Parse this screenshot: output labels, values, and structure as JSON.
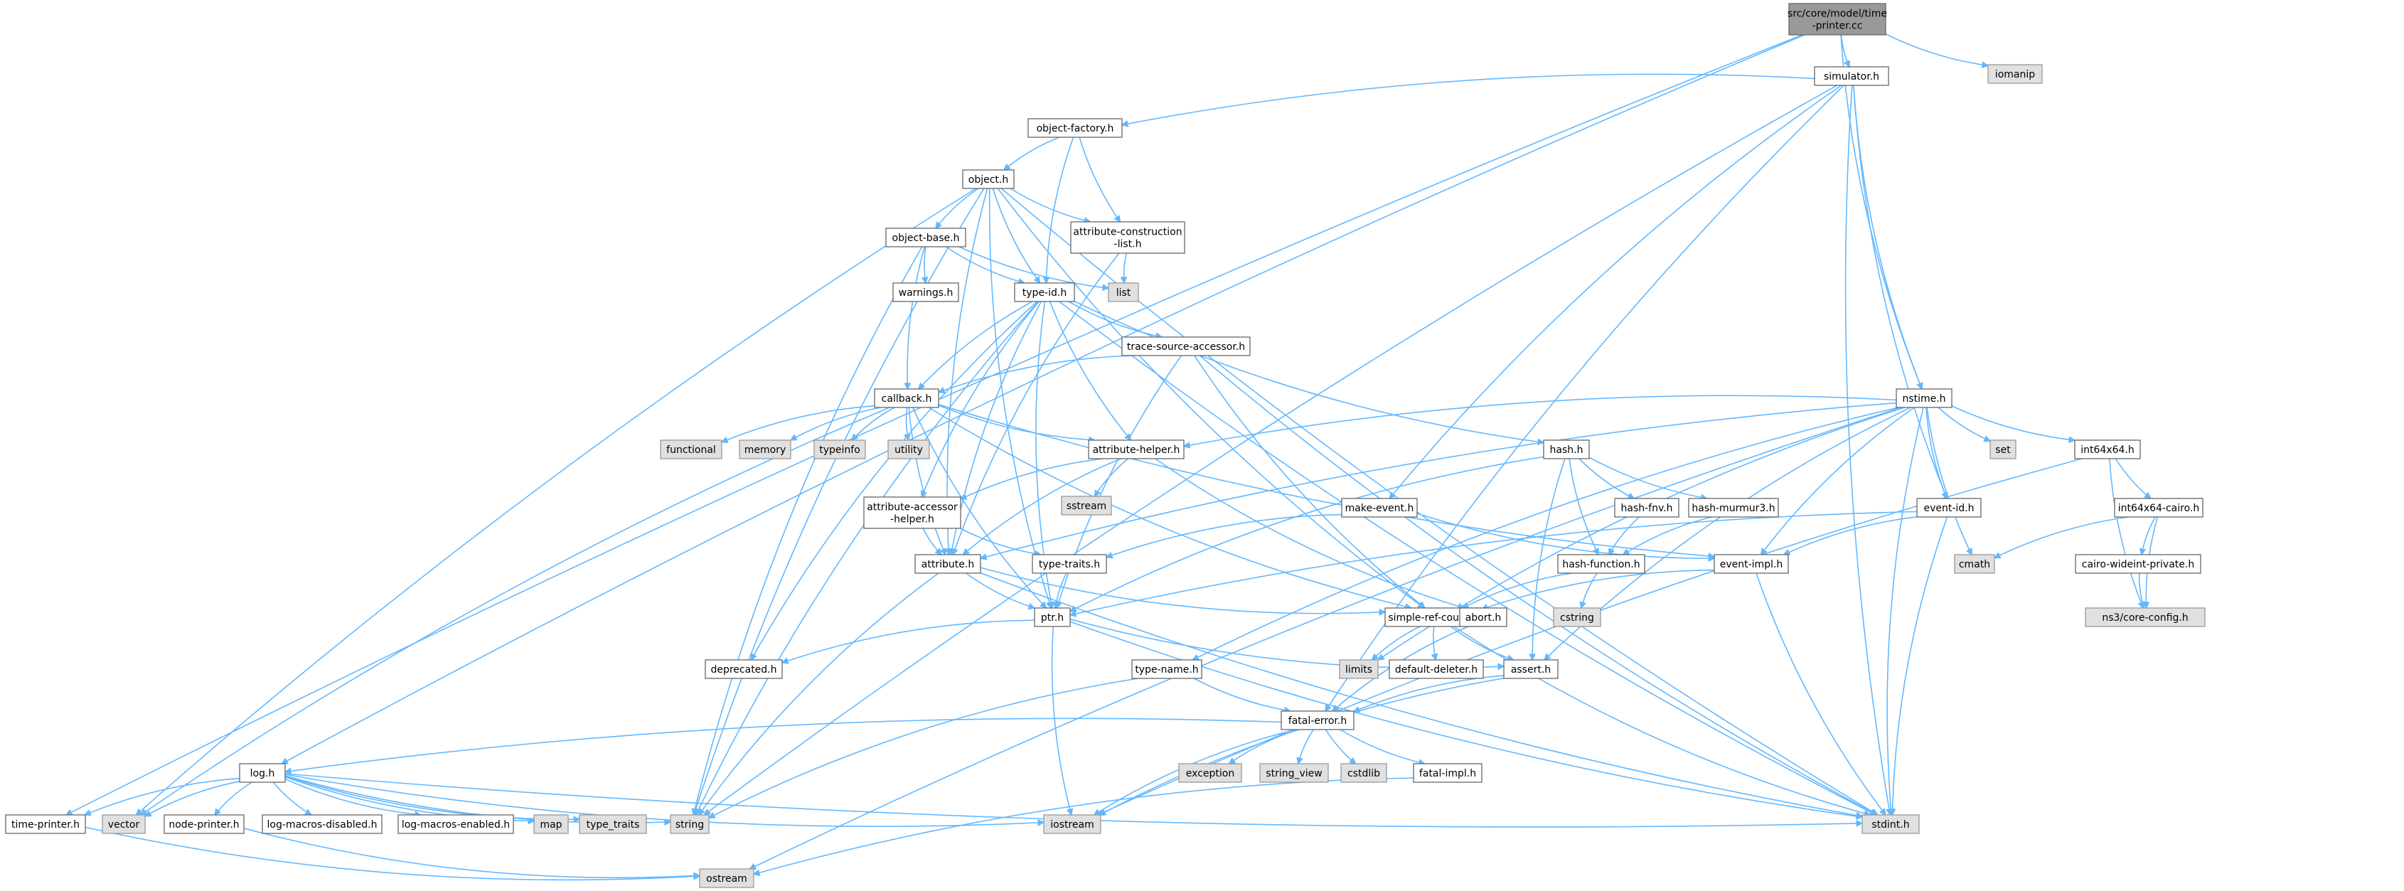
{
  "graph": {
    "colors": {
      "edge": "#63b8ff",
      "focus_fill": "#999999",
      "system_fill": "#e0e0e0",
      "node_fill": "#ffffff",
      "border": "#666666"
    },
    "nodes": [
      {
        "id": "time-printer-cc",
        "lines": [
          "src/core/model/time",
          "-printer.cc"
        ],
        "kind": "focus"
      },
      {
        "id": "simulator-h",
        "lines": [
          "simulator.h"
        ],
        "kind": "hdr"
      },
      {
        "id": "iomanip",
        "lines": [
          "iomanip"
        ],
        "kind": "sys"
      },
      {
        "id": "object-factory-h",
        "lines": [
          "object-factory.h"
        ],
        "kind": "hdr"
      },
      {
        "id": "object-h",
        "lines": [
          "object.h"
        ],
        "kind": "hdr"
      },
      {
        "id": "object-base-h",
        "lines": [
          "object-base.h"
        ],
        "kind": "hdr"
      },
      {
        "id": "attribute-construction-list-h",
        "lines": [
          "attribute-construction",
          "-list.h"
        ],
        "kind": "hdr"
      },
      {
        "id": "list",
        "lines": [
          "list"
        ],
        "kind": "sys"
      },
      {
        "id": "warnings-h",
        "lines": [
          "warnings.h"
        ],
        "kind": "hdr"
      },
      {
        "id": "type-id-h",
        "lines": [
          "type-id.h"
        ],
        "kind": "hdr"
      },
      {
        "id": "trace-source-accessor-h",
        "lines": [
          "trace-source-accessor.h"
        ],
        "kind": "hdr"
      },
      {
        "id": "callback-h",
        "lines": [
          "callback.h"
        ],
        "kind": "hdr"
      },
      {
        "id": "functional",
        "lines": [
          "functional"
        ],
        "kind": "sys"
      },
      {
        "id": "memory",
        "lines": [
          "memory"
        ],
        "kind": "sys"
      },
      {
        "id": "typeinfo",
        "lines": [
          "typeinfo"
        ],
        "kind": "sys"
      },
      {
        "id": "utility",
        "lines": [
          "utility"
        ],
        "kind": "sys"
      },
      {
        "id": "attribute-helper-h",
        "lines": [
          "attribute-helper.h"
        ],
        "kind": "hdr"
      },
      {
        "id": "sstream",
        "lines": [
          "sstream"
        ],
        "kind": "sys"
      },
      {
        "id": "attribute-accessor-helper-h",
        "lines": [
          "attribute-accessor",
          "-helper.h"
        ],
        "kind": "hdr"
      },
      {
        "id": "attribute-h",
        "lines": [
          "attribute.h"
        ],
        "kind": "hdr"
      },
      {
        "id": "type-traits-h",
        "lines": [
          "type-traits.h"
        ],
        "kind": "hdr"
      },
      {
        "id": "ptr-h",
        "lines": [
          "ptr.h"
        ],
        "kind": "hdr"
      },
      {
        "id": "deprecated-h",
        "lines": [
          "deprecated.h"
        ],
        "kind": "hdr"
      },
      {
        "id": "hash-h",
        "lines": [
          "hash.h"
        ],
        "kind": "hdr"
      },
      {
        "id": "hash-fnv-h",
        "lines": [
          "hash-fnv.h"
        ],
        "kind": "hdr"
      },
      {
        "id": "hash-murmur3-h",
        "lines": [
          "hash-murmur3.h"
        ],
        "kind": "hdr"
      },
      {
        "id": "hash-function-h",
        "lines": [
          "hash-function.h"
        ],
        "kind": "hdr"
      },
      {
        "id": "cstring",
        "lines": [
          "cstring"
        ],
        "kind": "sys"
      },
      {
        "id": "make-event-h",
        "lines": [
          "make-event.h"
        ],
        "kind": "hdr"
      },
      {
        "id": "event-impl-h",
        "lines": [
          "event-impl.h"
        ],
        "kind": "hdr"
      },
      {
        "id": "simple-ref-count-h",
        "lines": [
          "simple-ref-count.h"
        ],
        "kind": "hdr"
      },
      {
        "id": "abort-h",
        "lines": [
          "abort.h"
        ],
        "kind": "hdr"
      },
      {
        "id": "limits",
        "lines": [
          "limits"
        ],
        "kind": "sys"
      },
      {
        "id": "default-deleter-h",
        "lines": [
          "default-deleter.h"
        ],
        "kind": "hdr"
      },
      {
        "id": "assert-h",
        "lines": [
          "assert.h"
        ],
        "kind": "hdr"
      },
      {
        "id": "nstime-h",
        "lines": [
          "nstime.h"
        ],
        "kind": "hdr"
      },
      {
        "id": "set",
        "lines": [
          "set"
        ],
        "kind": "sys"
      },
      {
        "id": "int64x64-h",
        "lines": [
          "int64x64.h"
        ],
        "kind": "hdr"
      },
      {
        "id": "int64x64-cairo-h",
        "lines": [
          "int64x64-cairo.h"
        ],
        "kind": "hdr"
      },
      {
        "id": "cairo-wideint-private-h",
        "lines": [
          "cairo-wideint-private.h"
        ],
        "kind": "hdr"
      },
      {
        "id": "ns3-core-config-h",
        "lines": [
          "ns3/core-config.h"
        ],
        "kind": "sys"
      },
      {
        "id": "cmath",
        "lines": [
          "cmath"
        ],
        "kind": "sys"
      },
      {
        "id": "event-id-h",
        "lines": [
          "event-id.h"
        ],
        "kind": "hdr"
      },
      {
        "id": "type-name-h",
        "lines": [
          "type-name.h"
        ],
        "kind": "hdr"
      },
      {
        "id": "fatal-error-h",
        "lines": [
          "fatal-error.h"
        ],
        "kind": "hdr"
      },
      {
        "id": "exception",
        "lines": [
          "exception"
        ],
        "kind": "sys"
      },
      {
        "id": "string-view",
        "lines": [
          "string_view"
        ],
        "kind": "sys"
      },
      {
        "id": "cstdlib",
        "lines": [
          "cstdlib"
        ],
        "kind": "sys"
      },
      {
        "id": "fatal-impl-h",
        "lines": [
          "fatal-impl.h"
        ],
        "kind": "hdr"
      },
      {
        "id": "log-h",
        "lines": [
          "log.h"
        ],
        "kind": "hdr"
      },
      {
        "id": "time-printer-h",
        "lines": [
          "time-printer.h"
        ],
        "kind": "hdr"
      },
      {
        "id": "vector",
        "lines": [
          "vector"
        ],
        "kind": "sys"
      },
      {
        "id": "node-printer-h",
        "lines": [
          "node-printer.h"
        ],
        "kind": "hdr"
      },
      {
        "id": "log-macros-disabled-h",
        "lines": [
          "log-macros-disabled.h"
        ],
        "kind": "hdr"
      },
      {
        "id": "log-macros-enabled-h",
        "lines": [
          "log-macros-enabled.h"
        ],
        "kind": "hdr"
      },
      {
        "id": "map",
        "lines": [
          "map"
        ],
        "kind": "sys"
      },
      {
        "id": "type-traits",
        "lines": [
          "type_traits"
        ],
        "kind": "sys"
      },
      {
        "id": "string",
        "lines": [
          "string"
        ],
        "kind": "sys"
      },
      {
        "id": "iostream",
        "lines": [
          "iostream"
        ],
        "kind": "sys"
      },
      {
        "id": "stdint-h",
        "lines": [
          "stdint.h"
        ],
        "kind": "sys"
      },
      {
        "id": "ostream",
        "lines": [
          "ostream"
        ],
        "kind": "sys"
      }
    ],
    "edges": [
      [
        "time-printer-cc",
        "simulator-h"
      ],
      [
        "time-printer-cc",
        "iomanip"
      ],
      [
        "time-printer-cc",
        "nstime-h"
      ],
      [
        "time-printer-cc",
        "log-h"
      ],
      [
        "time-printer-cc",
        "time-printer-h"
      ],
      [
        "simulator-h",
        "object-factory-h"
      ],
      [
        "simulator-h",
        "make-event-h"
      ],
      [
        "simulator-h",
        "nstime-h"
      ],
      [
        "simulator-h",
        "event-id-h"
      ],
      [
        "simulator-h",
        "fatal-error-h"
      ],
      [
        "simulator-h",
        "string"
      ],
      [
        "simulator-h",
        "stdint-h"
      ],
      [
        "object-factory-h",
        "object-h"
      ],
      [
        "object-factory-h",
        "attribute-construction-list-h"
      ],
      [
        "object-factory-h",
        "type-id-h"
      ],
      [
        "object-h",
        "object-base-h"
      ],
      [
        "object-h",
        "attribute-construction-list-h"
      ],
      [
        "object-h",
        "type-id-h"
      ],
      [
        "object-h",
        "ptr-h"
      ],
      [
        "object-h",
        "attribute-h"
      ],
      [
        "object-h",
        "simple-ref-count-h"
      ],
      [
        "object-h",
        "vector"
      ],
      [
        "object-h",
        "stdint-h"
      ],
      [
        "object-h",
        "string"
      ],
      [
        "object-base-h",
        "warnings-h"
      ],
      [
        "object-base-h",
        "type-id-h"
      ],
      [
        "object-base-h",
        "callback-h"
      ],
      [
        "object-base-h",
        "list"
      ],
      [
        "object-base-h",
        "string"
      ],
      [
        "attribute-construction-list-h",
        "list"
      ],
      [
        "attribute-construction-list-h",
        "attribute-h"
      ],
      [
        "type-id-h",
        "trace-source-accessor-h"
      ],
      [
        "type-id-h",
        "callback-h"
      ],
      [
        "type-id-h",
        "attribute-helper-h"
      ],
      [
        "type-id-h",
        "attribute-accessor-helper-h"
      ],
      [
        "type-id-h",
        "attribute-h"
      ],
      [
        "type-id-h",
        "hash-h"
      ],
      [
        "type-id-h",
        "deprecated-h"
      ],
      [
        "type-id-h",
        "stdint-h"
      ],
      [
        "type-id-h",
        "string"
      ],
      [
        "type-id-h",
        "ptr-h"
      ],
      [
        "trace-source-accessor-h",
        "callback-h"
      ],
      [
        "trace-source-accessor-h",
        "ptr-h"
      ],
      [
        "trace-source-accessor-h",
        "simple-ref-count-h"
      ],
      [
        "trace-source-accessor-h",
        "stdint-h"
      ],
      [
        "callback-h",
        "functional"
      ],
      [
        "callback-h",
        "memory"
      ],
      [
        "callback-h",
        "typeinfo"
      ],
      [
        "callback-h",
        "utility"
      ],
      [
        "callback-h",
        "attribute-helper-h"
      ],
      [
        "callback-h",
        "attribute-h"
      ],
      [
        "callback-h",
        "ptr-h"
      ],
      [
        "callback-h",
        "simple-ref-count-h"
      ],
      [
        "callback-h",
        "vector"
      ],
      [
        "callback-h",
        "event-impl-h"
      ],
      [
        "attribute-helper-h",
        "sstream"
      ],
      [
        "attribute-helper-h",
        "attribute-accessor-helper-h"
      ],
      [
        "attribute-helper-h",
        "attribute-h"
      ],
      [
        "attribute-helper-h",
        "abort-h"
      ],
      [
        "attribute-accessor-helper-h",
        "attribute-h"
      ],
      [
        "attribute-accessor-helper-h",
        "type-traits-h"
      ],
      [
        "attribute-h",
        "ptr-h"
      ],
      [
        "attribute-h",
        "simple-ref-count-h"
      ],
      [
        "attribute-h",
        "string"
      ],
      [
        "attribute-h",
        "stdint-h"
      ],
      [
        "type-traits-h",
        "ptr-h"
      ],
      [
        "ptr-h",
        "assert-h"
      ],
      [
        "ptr-h",
        "deprecated-h"
      ],
      [
        "ptr-h",
        "iostream"
      ],
      [
        "ptr-h",
        "stdint-h"
      ],
      [
        "hash-h",
        "hash-fnv-h"
      ],
      [
        "hash-h",
        "hash-murmur3-h"
      ],
      [
        "hash-h",
        "hash-function-h"
      ],
      [
        "hash-h",
        "assert-h"
      ],
      [
        "hash-h",
        "ptr-h"
      ],
      [
        "hash-fnv-h",
        "hash-function-h"
      ],
      [
        "hash-murmur3-h",
        "hash-function-h"
      ],
      [
        "hash-function-h",
        "cstring"
      ],
      [
        "hash-function-h",
        "simple-ref-count-h"
      ],
      [
        "make-event-h",
        "type-traits-h"
      ],
      [
        "make-event-h",
        "event-impl-h"
      ],
      [
        "event-impl-h",
        "simple-ref-count-h"
      ],
      [
        "event-impl-h",
        "stdint-h"
      ],
      [
        "simple-ref-count-h",
        "limits"
      ],
      [
        "simple-ref-count-h",
        "default-deleter-h"
      ],
      [
        "simple-ref-count-h",
        "assert-h"
      ],
      [
        "simple-ref-count-h",
        "stdint-h"
      ],
      [
        "abort-h",
        "fatal-error-h"
      ],
      [
        "assert-h",
        "fatal-error-h"
      ],
      [
        "assert-h",
        "iostream"
      ],
      [
        "nstime-h",
        "set"
      ],
      [
        "nstime-h",
        "int64x64-h"
      ],
      [
        "nstime-h",
        "event-id-h"
      ],
      [
        "nstime-h",
        "cmath"
      ],
      [
        "nstime-h",
        "attribute-helper-h"
      ],
      [
        "nstime-h",
        "type-name-h"
      ],
      [
        "nstime-h",
        "limits"
      ],
      [
        "nstime-h",
        "assert-h"
      ],
      [
        "nstime-h",
        "stdint-h"
      ],
      [
        "nstime-h",
        "ostream"
      ],
      [
        "nstime-h",
        "attribute-h"
      ],
      [
        "nstime-h",
        "event-impl-h"
      ],
      [
        "int64x64-h",
        "int64x64-cairo-h"
      ],
      [
        "int64x64-h",
        "ns3-core-config-h"
      ],
      [
        "int64x64-h",
        "iostream"
      ],
      [
        "int64x64-cairo-h",
        "cairo-wideint-private-h"
      ],
      [
        "int64x64-cairo-h",
        "ns3-core-config-h"
      ],
      [
        "int64x64-cairo-h",
        "cmath"
      ],
      [
        "cairo-wideint-private-h",
        "ns3-core-config-h"
      ],
      [
        "event-id-h",
        "event-impl-h"
      ],
      [
        "event-id-h",
        "ptr-h"
      ],
      [
        "event-id-h",
        "stdint-h"
      ],
      [
        "type-name-h",
        "fatal-error-h"
      ],
      [
        "type-name-h",
        "string"
      ],
      [
        "fatal-error-h",
        "exception"
      ],
      [
        "fatal-error-h",
        "string-view"
      ],
      [
        "fatal-error-h",
        "cstdlib"
      ],
      [
        "fatal-error-h",
        "fatal-impl-h"
      ],
      [
        "fatal-error-h",
        "log-h"
      ],
      [
        "fatal-error-h",
        "iostream"
      ],
      [
        "fatal-impl-h",
        "ostream"
      ],
      [
        "log-h",
        "time-printer-h"
      ],
      [
        "log-h",
        "vector"
      ],
      [
        "log-h",
        "node-printer-h"
      ],
      [
        "log-h",
        "log-macros-disabled-h"
      ],
      [
        "log-h",
        "log-macros-enabled-h"
      ],
      [
        "log-h",
        "map"
      ],
      [
        "log-h",
        "type-traits"
      ],
      [
        "log-h",
        "string"
      ],
      [
        "log-h",
        "iostream"
      ],
      [
        "log-h",
        "stdint-h"
      ],
      [
        "time-printer-h",
        "ostream"
      ],
      [
        "node-printer-h",
        "ostream"
      ]
    ]
  }
}
